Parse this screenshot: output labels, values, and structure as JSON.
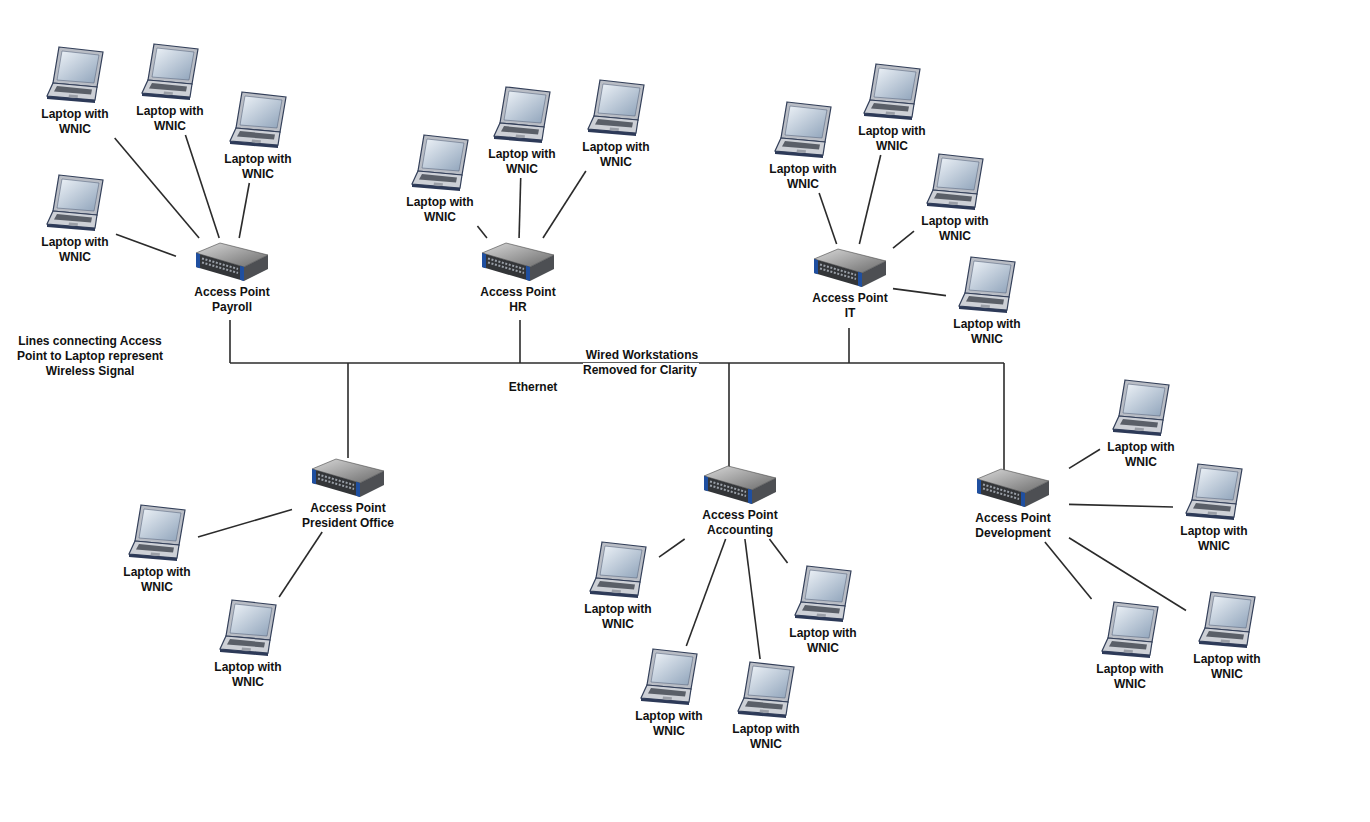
{
  "diagram": {
    "nodes": [
      {
        "text": [
          "Access Point Payroll"
        ]
      },
      {
        "text": [
          "Laptop with WNIC"
        ]
      },
      {
        "text": [
          "Laptop with WNIC"
        ]
      },
      {
        "text": [
          "Laptop with WNIC"
        ]
      },
      {
        "text": [
          "Laptop with WNIC"
        ]
      },
      {
        "text": [
          "Access Point HR"
        ]
      },
      {
        "text": [
          "Laptop with WNIC"
        ]
      },
      {
        "text": [
          "Laptop with WNIC"
        ]
      },
      {
        "text": [
          "Laptop with WNIC"
        ]
      },
      {
        "text": [
          "Access Point IT"
        ]
      },
      {
        "text": [
          "Laptop with WNIC"
        ]
      },
      {
        "text": [
          "Laptop with WNIC"
        ]
      },
      {
        "text": [
          "Laptop with WNIC"
        ]
      },
      {
        "text": [
          "Laptop with WNIC"
        ]
      },
      {
        "text": [
          "Access Point President Office"
        ]
      },
      {
        "text": [
          "Laptop with WNIC"
        ]
      },
      {
        "text": [
          "Laptop with WNIC"
        ]
      },
      {
        "text": [
          "Access Point Accounting"
        ]
      },
      {
        "text": [
          "Laptop with WNIC"
        ]
      },
      {
        "text": [
          "Laptop with WNIC"
        ]
      },
      {
        "text": [
          "Laptop with WNIC"
        ]
      },
      {
        "text": [
          "Laptop with WNIC"
        ]
      },
      {
        "text": [
          "Access Point Development"
        ]
      },
      {
        "text": [
          "Laptop with WNIC"
        ]
      },
      {
        "text": [
          "Laptop with WNIC"
        ]
      },
      {
        "text": [
          "Laptop with WNIC"
        ]
      },
      {
        "text": [
          "Laptop with WNIC"
        ]
      }
    ],
    "edges": [
      {
        "from": 0,
        "to": 1,
        "arrow": "none"
      },
      {
        "from": 0,
        "to": 2,
        "arrow": "none"
      },
      {
        "from": 0,
        "to": 3,
        "arrow": "none"
      },
      {
        "from": 0,
        "to": 4,
        "arrow": "none"
      },
      {
        "from": 5,
        "to": 6,
        "arrow": "none"
      },
      {
        "from": 5,
        "to": 7,
        "arrow": "none"
      },
      {
        "from": 5,
        "to": 8,
        "arrow": "none"
      },
      {
        "from": 9,
        "to": 10,
        "arrow": "none"
      },
      {
        "from": 9,
        "to": 11,
        "arrow": "none"
      },
      {
        "from": 9,
        "to": 12,
        "arrow": "none"
      },
      {
        "from": 9,
        "to": 13,
        "arrow": "none"
      },
      {
        "from": 14,
        "to": 15,
        "arrow": "none"
      },
      {
        "from": 14,
        "to": 16,
        "arrow": "none"
      },
      {
        "from": 17,
        "to": 18,
        "arrow": "none"
      },
      {
        "from": 17,
        "to": 19,
        "arrow": "none"
      },
      {
        "from": 17,
        "to": 20,
        "arrow": "none"
      },
      {
        "from": 17,
        "to": 21,
        "arrow": "none"
      },
      {
        "from": 22,
        "to": 23,
        "arrow": "none"
      },
      {
        "from": 22,
        "to": 24,
        "arrow": "none"
      },
      {
        "from": 22,
        "to": 25,
        "arrow": "none"
      },
      {
        "from": 22,
        "to": 26,
        "arrow": "none"
      }
    ],
    "labels": [
      "Lines connecting Access Point to Laptop represent Wireless Signal",
      "Wired Workstations Removed for Clarity",
      "Ethernet"
    ]
  }
}
